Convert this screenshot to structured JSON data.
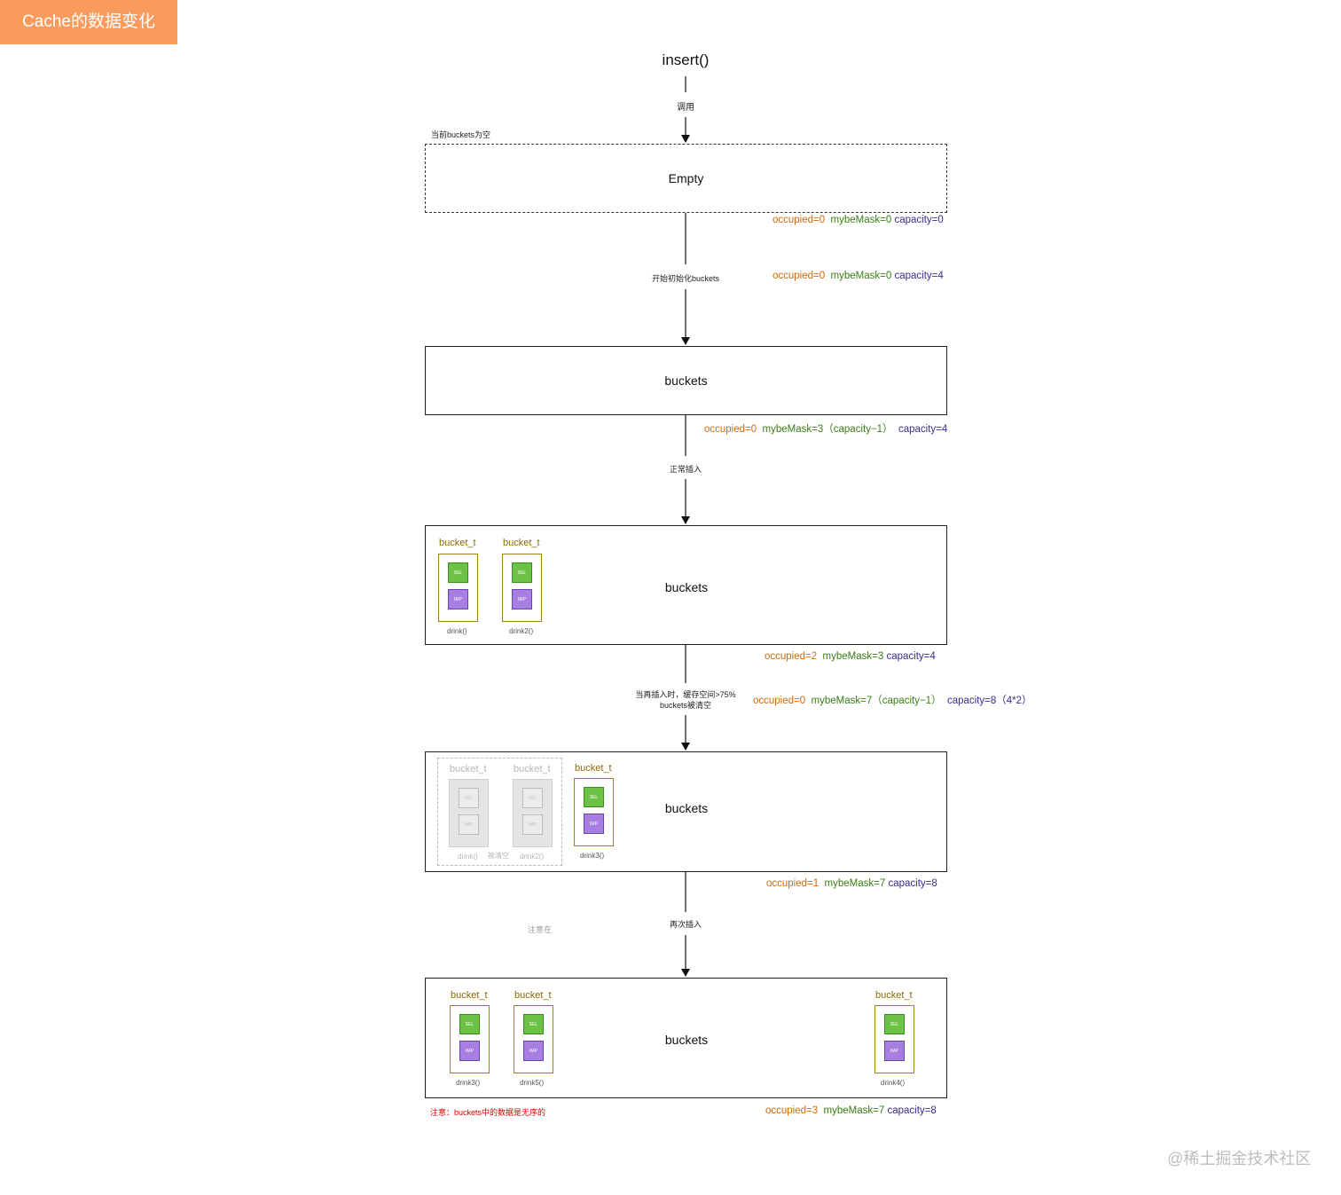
{
  "title_badge": "Cache的数据变化",
  "start_node": "insert()",
  "edge_labels": {
    "call": "调用",
    "init": "开始初始化buckets",
    "normal_insert": "正常插入",
    "reinsert_line1": "当再插入时，缓存空间>75%",
    "reinsert_line2": "buckets被清空",
    "insert_again": "再次插入"
  },
  "notes": {
    "buckets_empty": "当前buckets为空",
    "attention": "注意在",
    "unordered": "注意：buckets中的数据是无序的",
    "cleared": "被清空"
  },
  "boxes": {
    "empty": "Empty",
    "buckets": "buckets"
  },
  "annotations": {
    "a1": {
      "occupied": "occupied=0",
      "mask": "mybeMask=0",
      "capacity": "capacity=0"
    },
    "a2": {
      "occupied": "occupied=0",
      "mask": "mybeMask=0",
      "capacity": "capacity=4"
    },
    "a3": {
      "occupied": "occupied=0",
      "mask": "mybeMask=3（capacity−1）",
      "capacity": "capacity=4"
    },
    "a4": {
      "occupied": "occupied=2",
      "mask": "mybeMask=3",
      "capacity": "capacity=4"
    },
    "a5": {
      "occupied": "occupied=0",
      "mask": "mybeMask=7（capacity−1）",
      "capacity": "capacity=8（4*2）"
    },
    "a6": {
      "occupied": "occupied=1",
      "mask": "mybeMask=7",
      "capacity": "capacity=8"
    },
    "a7": {
      "occupied": "occupied=3",
      "mask": "mybeMask=7",
      "capacity": "capacity=8"
    }
  },
  "bucket_label": "bucket_t",
  "sel_label": "SEL",
  "imp_label": "IMP",
  "methods": {
    "drink": "drink()",
    "drink2": "drink2()",
    "drink3": "drink3()",
    "drink4": "drink4()",
    "drink5": "drink5()"
  },
  "watermark": "@稀土掘金技术社区",
  "colors": {
    "badge": "#f99b5c",
    "occupied": "#cc6a0c",
    "mask": "#3a7d16",
    "capacity": "#3d2b8f",
    "sel": "#6cc244",
    "imp": "#a77fe2",
    "bucket_border": "#a47d1a",
    "note": "#d40000"
  }
}
